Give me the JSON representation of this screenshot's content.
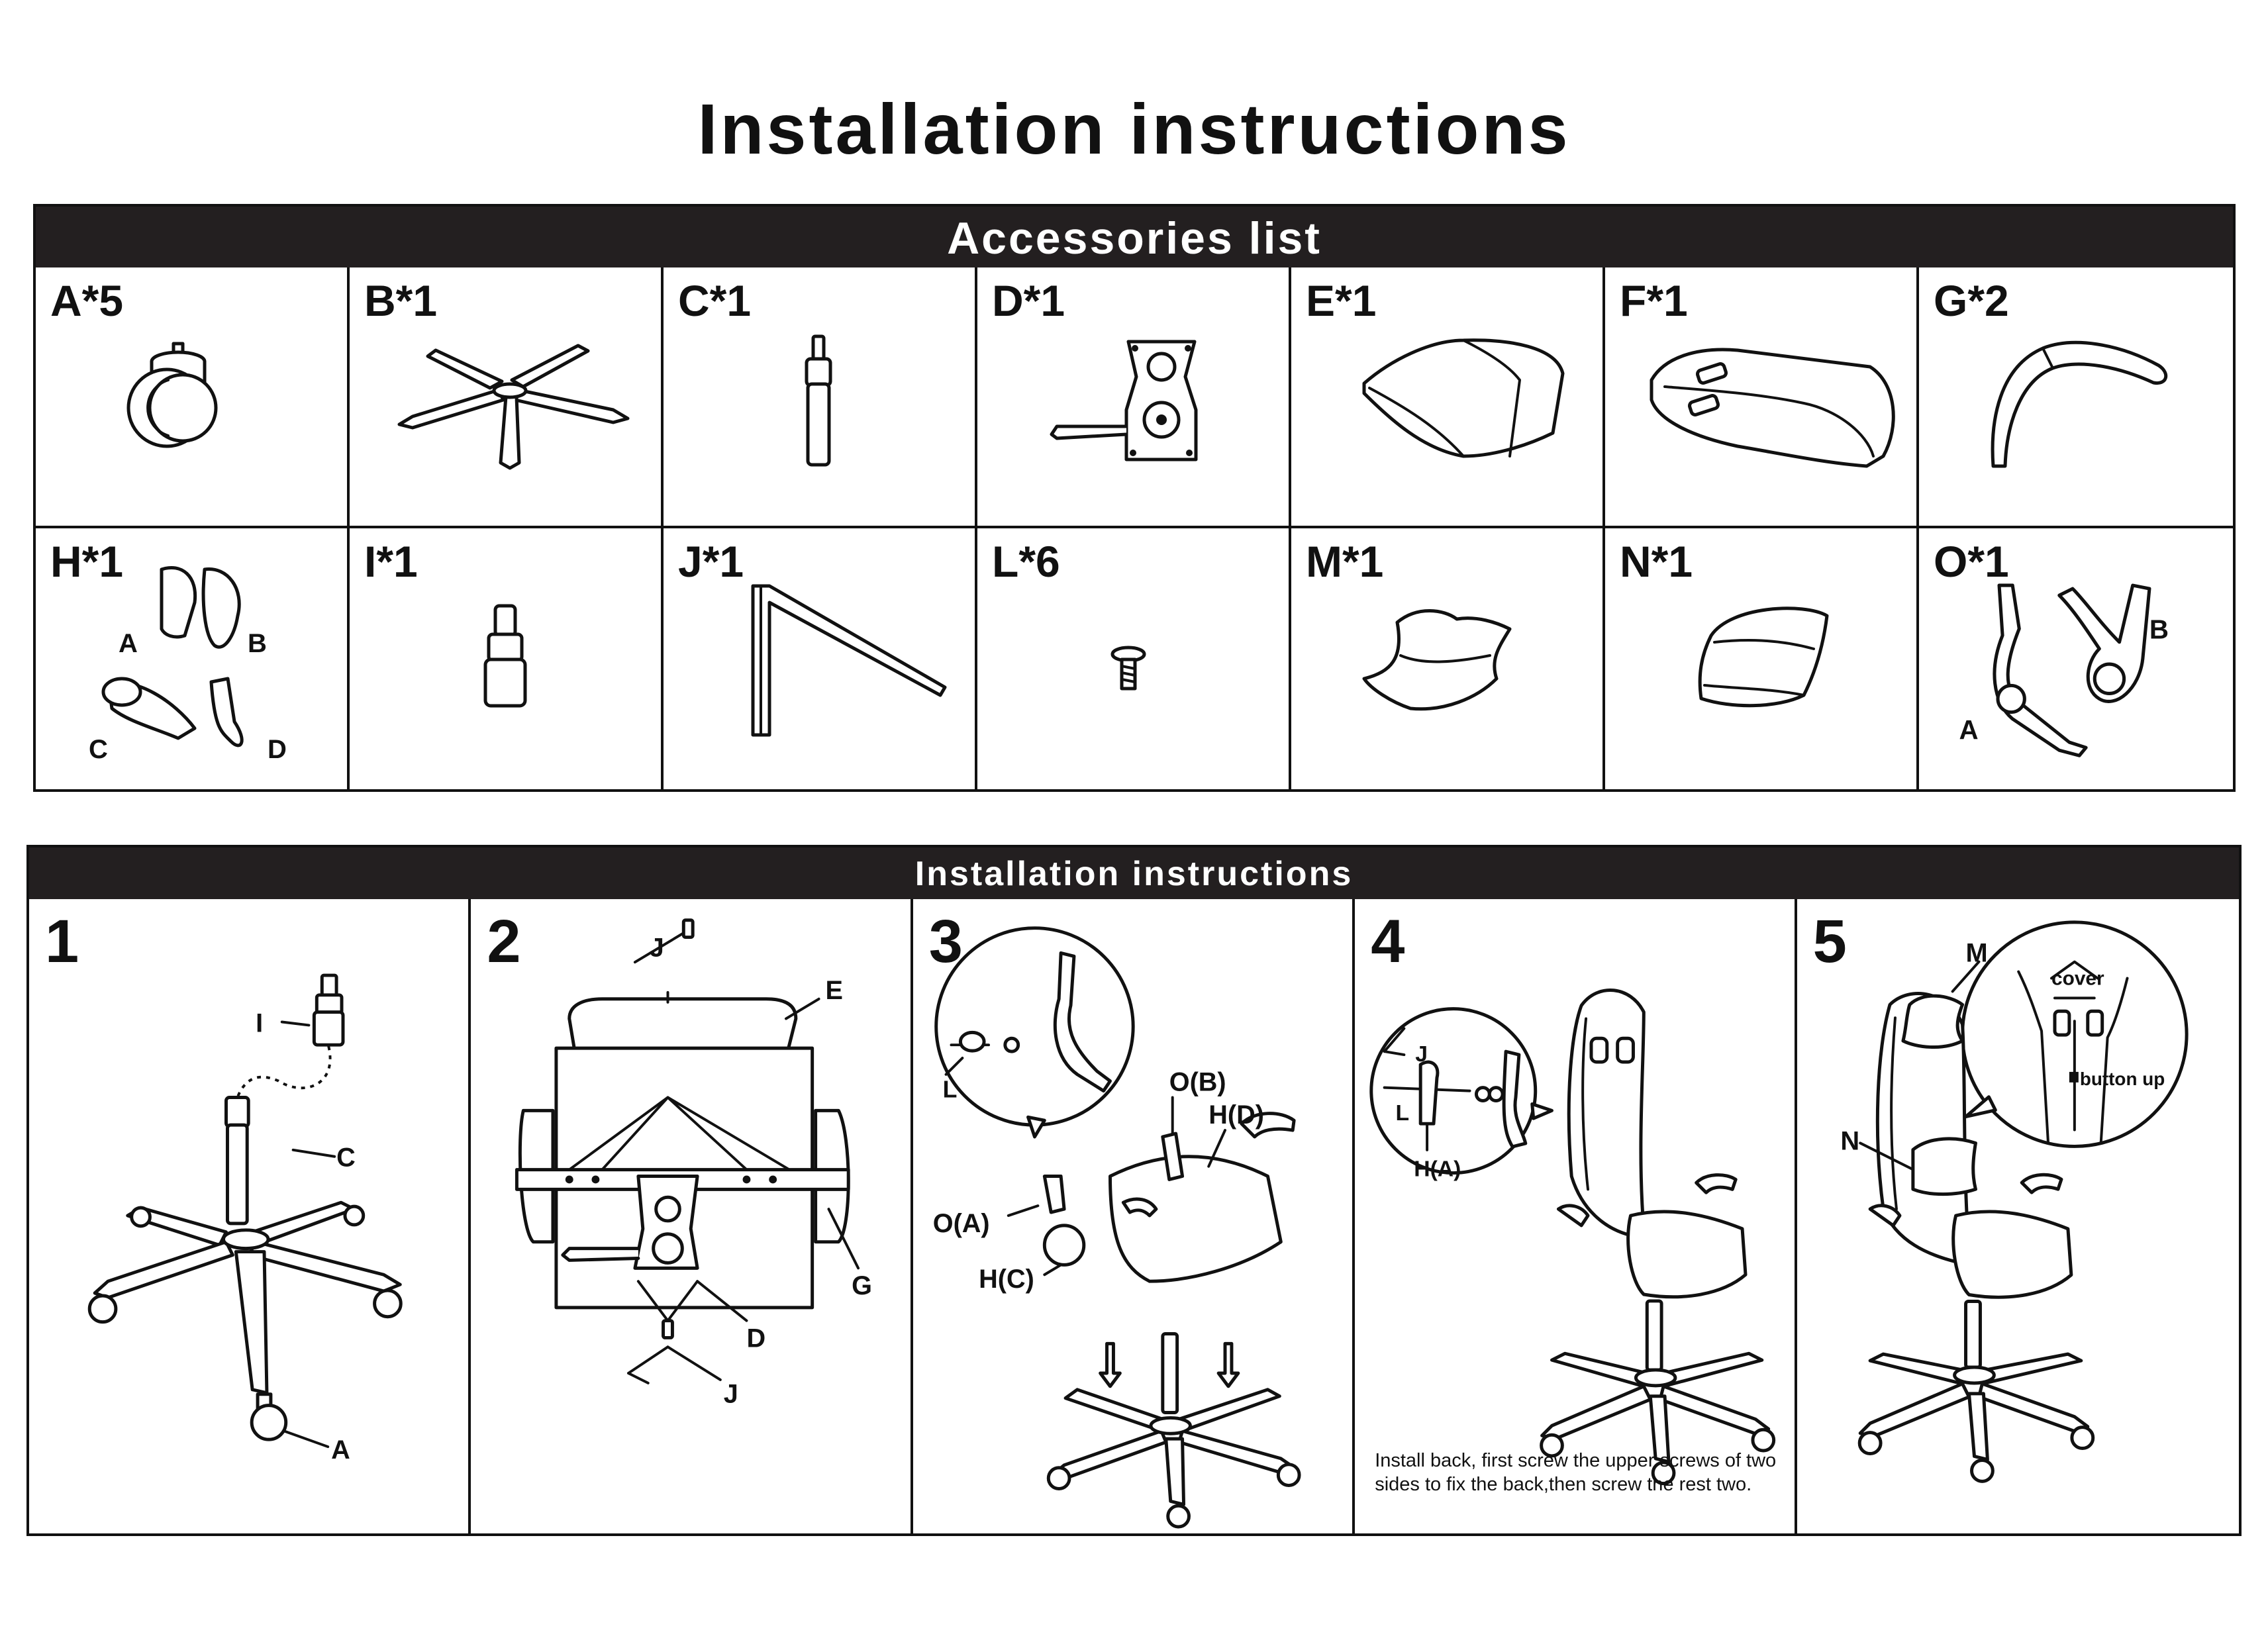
{
  "page": {
    "title": "Installation instructions"
  },
  "accessories": {
    "header": "Accessories list",
    "items": [
      {
        "code": "A*5",
        "icon": "caster-wheel-icon"
      },
      {
        "code": "B*1",
        "icon": "five-star-base-icon"
      },
      {
        "code": "C*1",
        "icon": "gas-cylinder-icon"
      },
      {
        "code": "D*1",
        "icon": "seat-mechanism-plate-icon"
      },
      {
        "code": "E*1",
        "icon": "seat-cushion-icon"
      },
      {
        "code": "F*1",
        "icon": "backrest-icon"
      },
      {
        "code": "G*2",
        "icon": "armrest-icon"
      },
      {
        "code": "H*1",
        "icon": "side-covers-icon",
        "labels": [
          "A",
          "B",
          "C",
          "D"
        ]
      },
      {
        "code": "I*1",
        "icon": "cylinder-cover-icon"
      },
      {
        "code": "J*1",
        "icon": "allen-key-icon"
      },
      {
        "code": "L*6",
        "icon": "screw-icon"
      },
      {
        "code": "M*1",
        "icon": "head-pillow-icon"
      },
      {
        "code": "N*1",
        "icon": "lumbar-pillow-icon"
      },
      {
        "code": "O*1",
        "icon": "recline-brackets-icon",
        "labels": [
          "B",
          "A"
        ]
      }
    ]
  },
  "instructions": {
    "header": "Installation instructions",
    "steps": [
      {
        "number": "1",
        "labels": {
          "i": "I",
          "c": "C",
          "a": "A"
        }
      },
      {
        "number": "2",
        "labels": {
          "j_top": "J",
          "e": "E",
          "g": "G",
          "d": "D",
          "j_bottom": "J"
        }
      },
      {
        "number": "3",
        "labels": {
          "l": "L",
          "ob": "O(B)",
          "hd": "H(D)",
          "oa": "O(A)",
          "hc": "H(C)"
        }
      },
      {
        "number": "4",
        "labels": {
          "j": "J",
          "l": "L",
          "ha": "H(A)"
        },
        "note": "Install back,   first screw the upper screws of two sides to fix the back,then screw the rest two."
      },
      {
        "number": "5",
        "labels": {
          "m": "M",
          "n": "N",
          "cover": "cover",
          "button_up": "button up"
        }
      }
    ]
  }
}
